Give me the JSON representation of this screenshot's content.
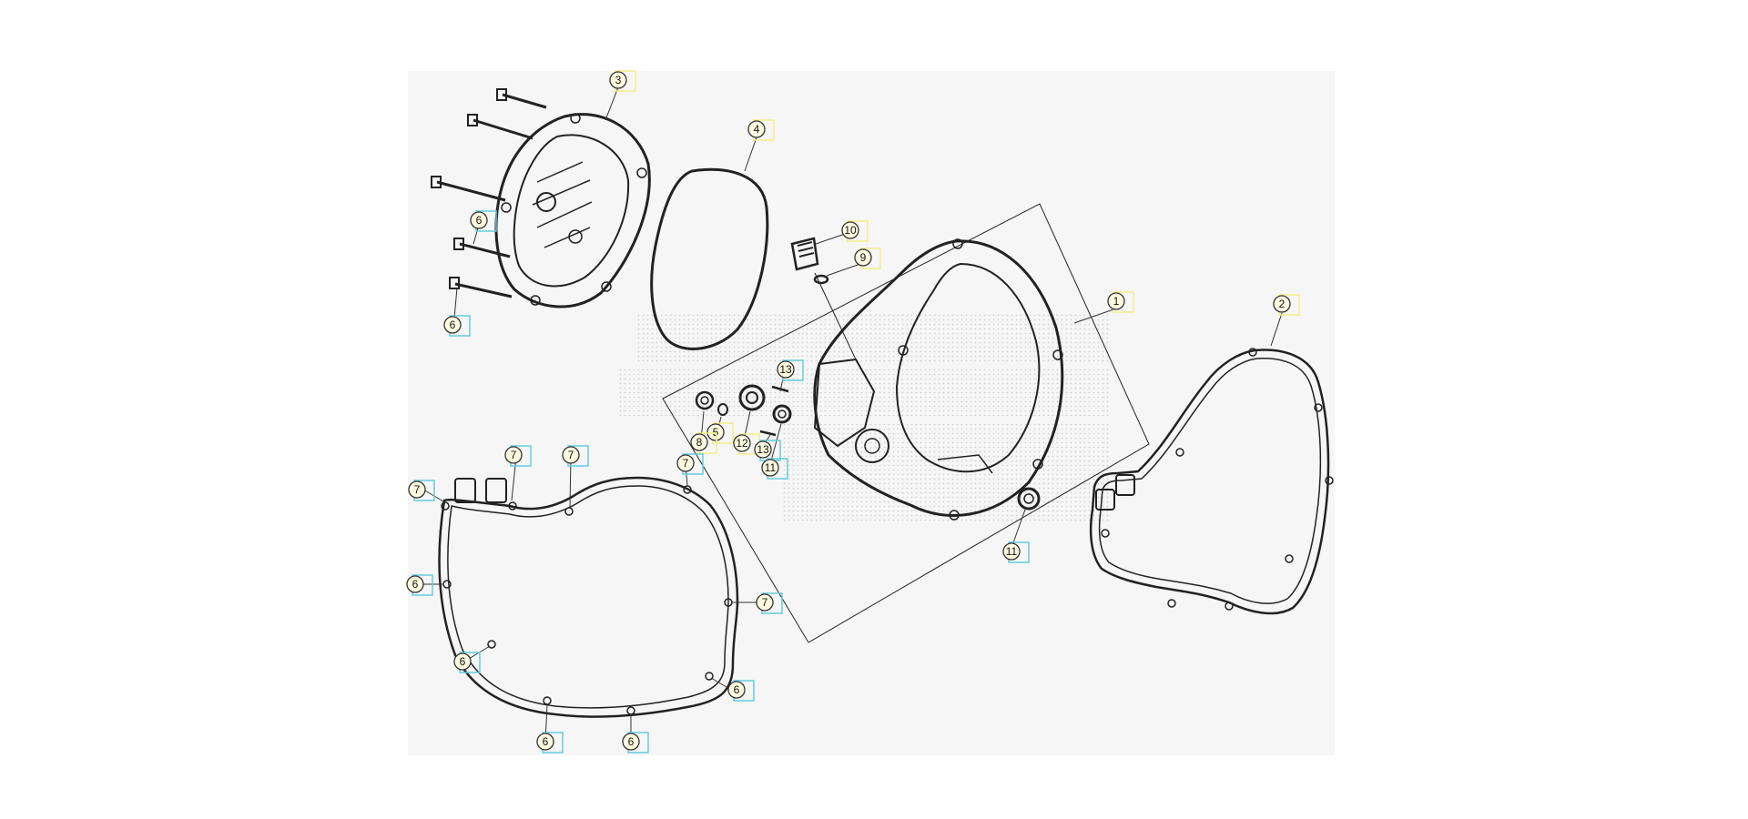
{
  "callouts": {
    "c1": "1",
    "c2": "2",
    "c3": "3",
    "c4": "4",
    "c5": "5",
    "c6": "6",
    "c7": "7",
    "c8": "8",
    "c9": "9",
    "c10": "10",
    "c11": "11",
    "c12": "12",
    "c13": "13"
  },
  "colors": {
    "background": "#ffffff",
    "sheet": "#f6f6f6",
    "line": "#222222",
    "callout_fill": "#fffbe0",
    "callout_stroke": "#333333",
    "tag_yellow": "#f2ee8a",
    "tag_cyan": "#66ccdd"
  }
}
